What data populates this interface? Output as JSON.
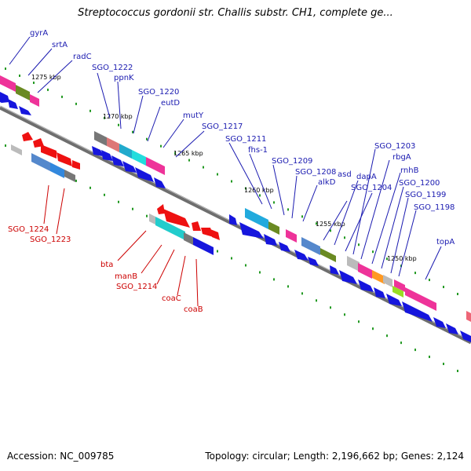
{
  "header": {
    "title": "Streptococcus gordonii str. Challis substr. CH1, complete ge..."
  },
  "footer": {
    "accession": "Accession: NC_009785",
    "stats": "Topology: circular; Length: 2,196,662 bp; Genes: 2,124"
  },
  "colors": {
    "background": "#ffffff",
    "backbone": "#6e6e6e",
    "forward_label": "#1a1ab0",
    "reverse_label": "#cc0000",
    "tick": "#229922",
    "cds_blue": "#1616dd",
    "cds_red": "#ee1111",
    "pink": "#ee3399",
    "cyan": "#22cccc",
    "olive": "#6a8a22",
    "gray": "#999999"
  },
  "scale_labels": [
    "1275 kbp",
    "1270 kbp",
    "1265 kbp",
    "1260 kbp",
    "1255 kbp",
    "1250 kbp"
  ],
  "forward_genes": [
    "gyrA",
    "srtA",
    "radC",
    "SGO_1222",
    "ppnK",
    "SGO_1220",
    "eutD",
    "mutY",
    "SGO_1217",
    "SGO_1211",
    "fhs-1",
    "SGO_1209",
    "SGO_1208",
    "alkD",
    "asd",
    "dapA",
    "SGO_1204",
    "SGO_1203",
    "rbgA",
    "rnhB",
    "SGO_1200",
    "SGO_1199",
    "SGO_1198",
    "topA"
  ],
  "reverse_genes": [
    "SGO_1224",
    "SGO_1223",
    "bta",
    "manB",
    "SGO_1214",
    "coaC",
    "coaB"
  ]
}
